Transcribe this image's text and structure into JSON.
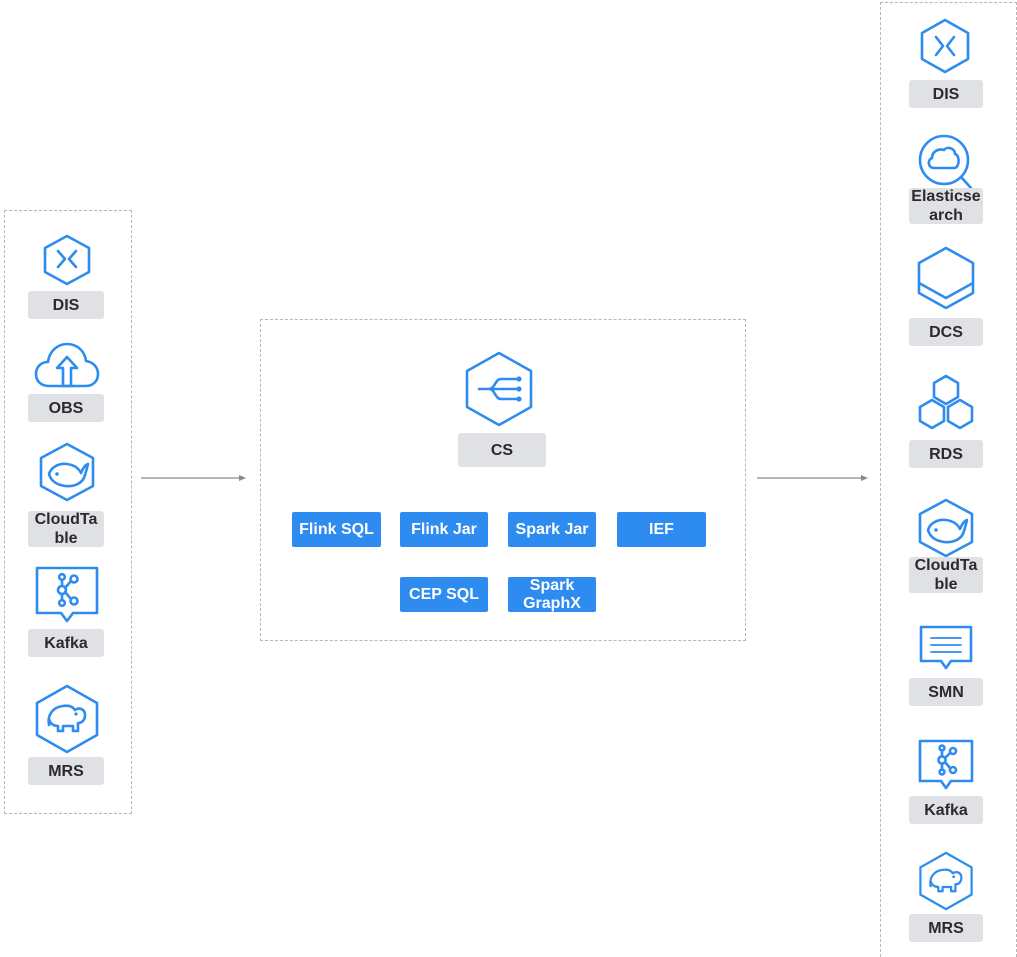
{
  "sources": {
    "items": [
      {
        "label": "DIS",
        "icon": "dis-icon"
      },
      {
        "label": "OBS",
        "icon": "obs-cloud-icon"
      },
      {
        "label": "CloudTable",
        "line1": "CloudTa",
        "line2": "ble",
        "icon": "cloudtable-whale-icon"
      },
      {
        "label": "Kafka",
        "icon": "kafka-icon"
      },
      {
        "label": "MRS",
        "icon": "mrs-elephant-icon"
      }
    ]
  },
  "center": {
    "service": {
      "label": "CS",
      "icon": "cs-stream-icon"
    },
    "job_types": [
      {
        "label": "Flink SQL"
      },
      {
        "label": "Flink Jar"
      },
      {
        "label": "Spark Jar"
      },
      {
        "label": "IEF"
      },
      {
        "label": "CEP SQL"
      },
      {
        "label": "Spark GraphX",
        "line1": "Spark",
        "line2": "GraphX"
      }
    ]
  },
  "sinks": {
    "items": [
      {
        "label": "DIS",
        "icon": "dis-icon"
      },
      {
        "label": "Elasticsearch",
        "line1": "Elasticse",
        "line2": "arch",
        "icon": "elasticsearch-icon"
      },
      {
        "label": "DCS",
        "icon": "dcs-icon"
      },
      {
        "label": "RDS",
        "icon": "rds-icon"
      },
      {
        "label": "CloudTable",
        "line1": "CloudTa",
        "line2": "ble",
        "icon": "cloudtable-whale-icon"
      },
      {
        "label": "SMN",
        "icon": "smn-message-icon"
      },
      {
        "label": "Kafka",
        "icon": "kafka-icon"
      },
      {
        "label": "MRS",
        "icon": "mrs-elephant-icon"
      }
    ]
  },
  "colors": {
    "accent": "#2e8cf0",
    "label_bg": "#dfe1e4",
    "border": "#b7b7b7",
    "arrow": "#8a8a8a"
  }
}
